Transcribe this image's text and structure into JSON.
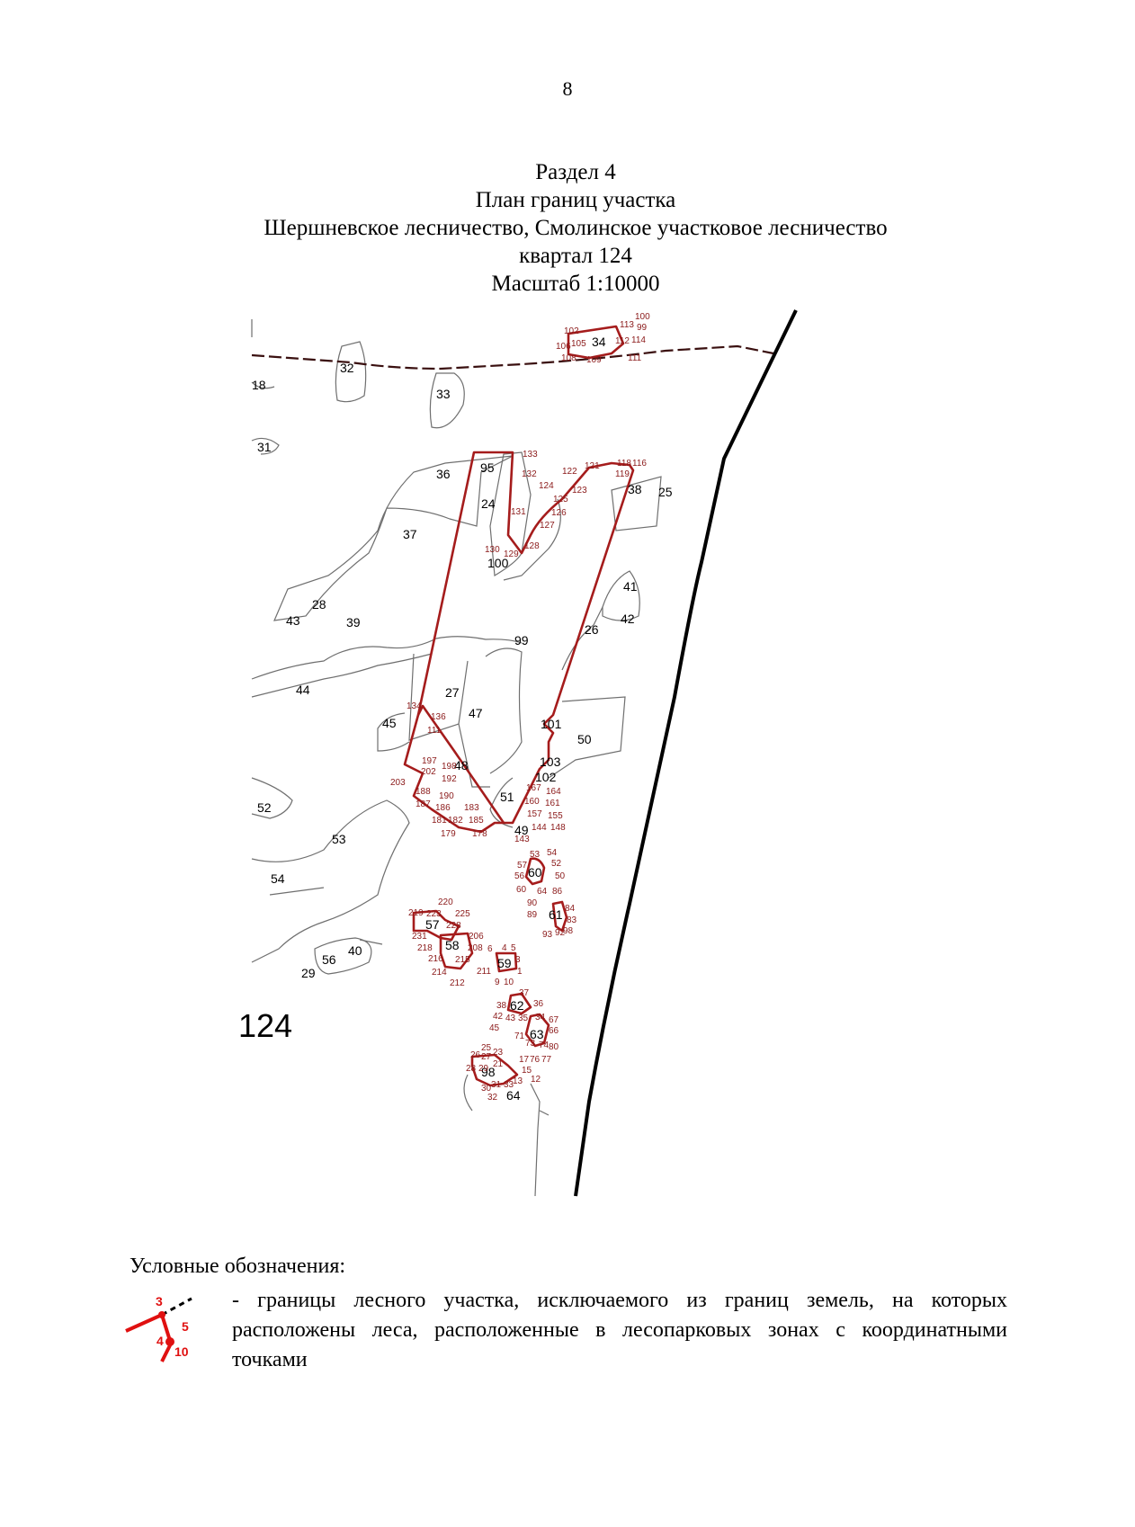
{
  "page_number": "8",
  "title": {
    "section": "Раздел 4",
    "plan": "План границ участка",
    "forestry": "Шершневское лесничество, Смолинское участковое лесничество",
    "quarter": "квартал 124",
    "scale": "Масштаб 1:10000"
  },
  "map": {
    "quarter_label": "124",
    "parcel_labels": [
      "32",
      "33",
      "34",
      "18",
      "31",
      "36",
      "95",
      "24",
      "37",
      "100",
      "38",
      "25",
      "28",
      "43",
      "39",
      "41",
      "42",
      "99",
      "26",
      "44",
      "27",
      "47",
      "45",
      "101",
      "50",
      "103",
      "48",
      "102",
      "51",
      "49",
      "52",
      "53",
      "54",
      "60",
      "61",
      "57",
      "58",
      "59",
      "56",
      "40",
      "29",
      "62",
      "63",
      "98",
      "64"
    ],
    "point_labels": [
      "100",
      "99",
      "114",
      "111",
      "102",
      "105",
      "106",
      "108",
      "109",
      "112",
      "113",
      "133",
      "132",
      "121",
      "122",
      "124",
      "123",
      "125",
      "126",
      "127",
      "131",
      "130",
      "129",
      "128",
      "118",
      "116",
      "119",
      "136",
      "134",
      "111",
      "197",
      "198",
      "202",
      "192",
      "203",
      "188",
      "190",
      "186",
      "183",
      "187",
      "182",
      "185",
      "181",
      "179",
      "178",
      "143",
      "144",
      "148",
      "155",
      "157",
      "161",
      "164",
      "160",
      "167",
      "53",
      "54",
      "52",
      "57",
      "56",
      "50",
      "60",
      "64",
      "86",
      "90",
      "89",
      "84",
      "83",
      "93",
      "92",
      "98",
      "220",
      "219",
      "223",
      "225",
      "228",
      "231",
      "206",
      "218",
      "208",
      "216",
      "215",
      "214",
      "212",
      "211",
      "6",
      "4",
      "5",
      "3",
      "1",
      "9",
      "10",
      "37",
      "36",
      "38",
      "42",
      "43",
      "45",
      "34",
      "35",
      "67",
      "66",
      "71",
      "73",
      "74",
      "80",
      "25",
      "23",
      "26",
      "27",
      "28",
      "29",
      "21",
      "17",
      "76",
      "77",
      "15",
      "13",
      "30",
      "31",
      "33",
      "32",
      "12"
    ]
  },
  "legend": {
    "heading": "Условные обозначения:",
    "text": "- границы лесного участка, исключаемого из границ земель, на которых расположены леса, расположенные в лесопарковых зонах с координатными точками",
    "icon_point_labels": [
      "3",
      "5",
      "4",
      "10"
    ]
  },
  "colors": {
    "boundary": "#a51c1c",
    "point_label": "#8b1a1a",
    "contour": "#6f6f6f",
    "road": "#3a1010"
  }
}
